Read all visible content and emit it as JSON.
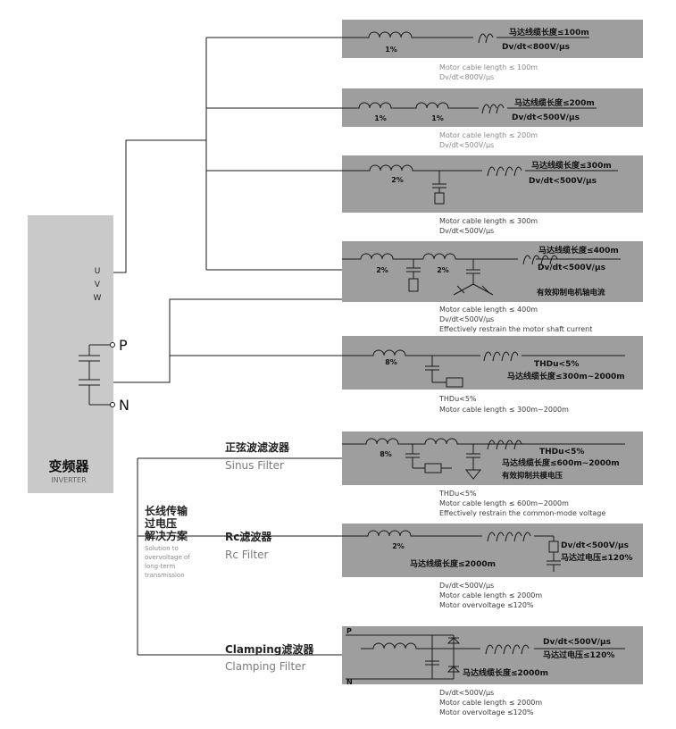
{
  "inverter": {
    "title": "变频器",
    "subtitle": "INVERTER",
    "terminal_u": "U",
    "terminal_v": "V",
    "terminal_w": "W",
    "terminal_p": "P",
    "terminal_n": "N"
  },
  "solution": {
    "title_lines": [
      "长线传输",
      "过电压",
      "解决方案"
    ],
    "en_lines": [
      "Solution to",
      "overvoltage of",
      "long-term",
      "transmission"
    ]
  },
  "filter_labels": [
    {
      "cn": "正弦波滤波器",
      "en": "Sinus Filter"
    },
    {
      "cn": "Rc滤波器",
      "en": "Rc Filter"
    },
    {
      "cn": "Clamping滤波器",
      "en": "Clamping Filter"
    }
  ],
  "boxes": [
    {
      "reactor_pct": [
        "1%"
      ],
      "in_box": [
        "马达线缆长度≤100m",
        "Dv/dt<800V/μs"
      ],
      "caption": [
        "Motor cable length ≤ 100m",
        "Dv/dt<800V/μs"
      ]
    },
    {
      "reactor_pct": [
        "1%",
        "1%"
      ],
      "in_box": [
        "马达线缆长度≤200m",
        "Dv/dt<500V/μs"
      ],
      "caption": [
        "Motor cable length ≤ 200m",
        "Dv/dt<500V/μs"
      ]
    },
    {
      "reactor_pct": [
        "2%"
      ],
      "in_box": [
        "马达线缆长度≤300m",
        "Dv/dt<500V/μs"
      ],
      "caption": [
        "Motor cable length ≤ 300m",
        "Dv/dt<500V/μs"
      ]
    },
    {
      "reactor_pct": [
        "2%",
        "2%"
      ],
      "in_box": [
        "马达线缆长度≤400m",
        "Dv/dt<500V/μs",
        "有效抑制电机轴电流"
      ],
      "caption": [
        "Motor cable length ≤ 400m",
        "Dv/dt<500V/μs",
        "Effectively restrain the motor shaft current"
      ]
    },
    {
      "reactor_pct": [
        "8%"
      ],
      "in_box": [
        "THDu<5%",
        "马达线缆长度≤300m~2000m"
      ],
      "caption": [
        "THDu<5%",
        "Motor cable length ≤ 300m~2000m"
      ]
    },
    {
      "reactor_pct": [
        "8%"
      ],
      "in_box": [
        "THDu<5%",
        "马达线缆长度≤600m~2000m",
        "有效抑制共模电压"
      ],
      "caption": [
        "THDu<5%",
        "Motor cable length ≤ 600m~2000m",
        "Effectively restrain the common-mode voltage"
      ]
    },
    {
      "reactor_pct": [
        "2%"
      ],
      "in_box": [
        "Dv/dt<500V/μs",
        "马达过电压≤120%",
        "马达线缆长度≤2000m"
      ],
      "caption": [
        "Dv/dt<500V/μs",
        "Motor cable length ≤ 2000m",
        "Motor overvoltage ≤120%"
      ]
    },
    {
      "reactor_pct": [],
      "in_box": [
        "Dv/dt<500V/μs",
        "马达过电压≤120%",
        "马达线缆长度≤2000m",
        "P",
        "N"
      ],
      "caption": [
        "Dv/dt<500V/μs",
        "Motor cable length ≤ 2000m",
        "Motor overvoltage ≤120%"
      ]
    }
  ],
  "colors": {
    "inverter_fill": "#c9c9c9",
    "box_fill": "#9e9e9e",
    "line": "#1a1a1a",
    "caption_gray": "#8a8a8a",
    "caption_dark": "#3a3a3a",
    "label_gray": "#7a7a7a"
  }
}
